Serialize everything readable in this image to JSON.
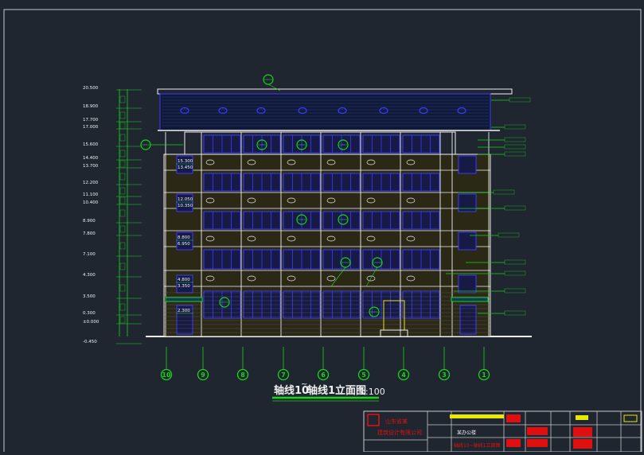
{
  "colors": {
    "background": "#1f2630",
    "frame": "#c8c8c8",
    "green": "#19d419",
    "blue": "#3a3aff",
    "yellow": "#e8e800",
    "red": "#e01010",
    "white": "#f0f0f0",
    "wall": "#3a3418"
  },
  "drawing": {
    "title_main": "轴线10",
    "title_tilde": "~",
    "title_rest": "轴线1立面图",
    "scale": "1:100"
  },
  "elevations": [
    {
      "label": "20.500"
    },
    {
      "label": "18.900"
    },
    {
      "label": "17.700"
    },
    {
      "label": "17.000"
    },
    {
      "label": "15.600"
    },
    {
      "label": "14.400"
    },
    {
      "label": "13.700"
    },
    {
      "label": "12.200"
    },
    {
      "label": "11.100"
    },
    {
      "label": "10.400"
    },
    {
      "label": "8.900"
    },
    {
      "label": "7.800"
    },
    {
      "label": "7.100"
    },
    {
      "label": "4.300"
    },
    {
      "label": "3.500"
    },
    {
      "label": "0.300"
    },
    {
      "label": "±0.000"
    },
    {
      "label": "-0.450"
    }
  ],
  "level_tags": [
    {
      "top": "15.300",
      "bottom": "13.450"
    },
    {
      "top": "12.050",
      "bottom": "10.350"
    },
    {
      "top": "8.800",
      "bottom": "6.950"
    },
    {
      "top": "4.800",
      "bottom": "3.350"
    },
    {
      "top": "2.300",
      "bottom": ""
    }
  ],
  "axes": [
    "10",
    "9",
    "8",
    "7",
    "6",
    "5",
    "4",
    "3",
    "1"
  ],
  "title_block": {
    "company_line1": "山东省某",
    "company_line2": "建筑设计有限公司",
    "project_name": "某办公楼",
    "sheet_name": "轴线10~轴线1立面图"
  }
}
